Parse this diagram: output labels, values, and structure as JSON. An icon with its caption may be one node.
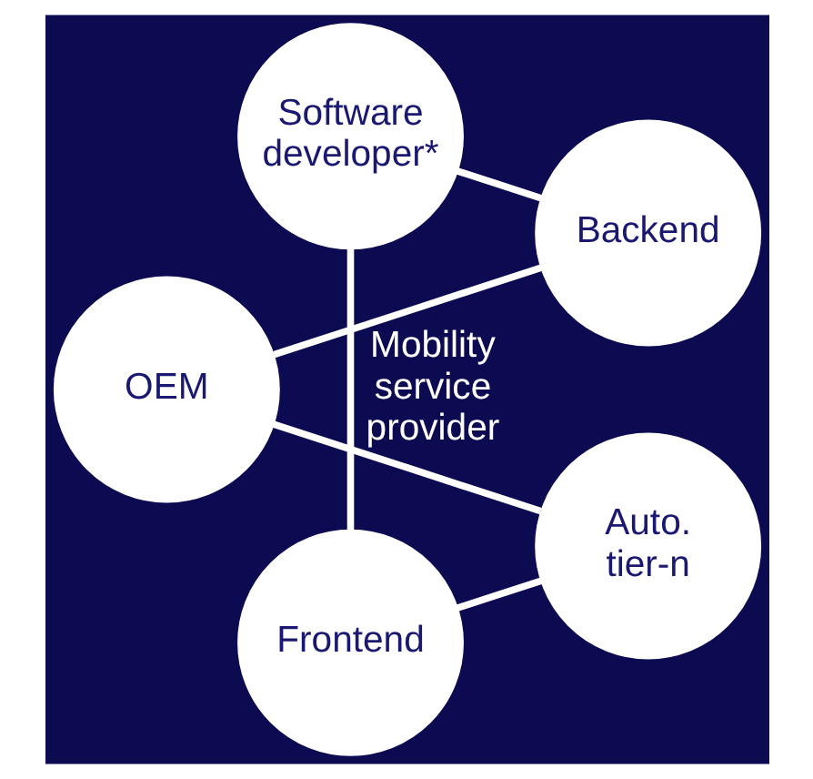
{
  "diagram": {
    "nodes": [
      {
        "text": [
          "Backend"
        ]
      },
      {
        "text": [
          "Software developer*"
        ]
      },
      {
        "text": [
          "OEM"
        ]
      },
      {
        "text": [
          "Mobility service provider"
        ]
      },
      {
        "text": [
          "Frontend"
        ]
      },
      {
        "text": [
          "Auto. tier-n"
        ]
      }
    ],
    "edges": [
      {
        "from": 0,
        "to": 2,
        "arrow": "none"
      },
      {
        "from": 2,
        "to": 5,
        "arrow": "none"
      },
      {
        "from": 5,
        "to": 4,
        "arrow": "none"
      },
      {
        "from": 4,
        "to": 1,
        "arrow": "none"
      },
      {
        "from": 1,
        "to": 0,
        "arrow": "none"
      }
    ]
  }
}
